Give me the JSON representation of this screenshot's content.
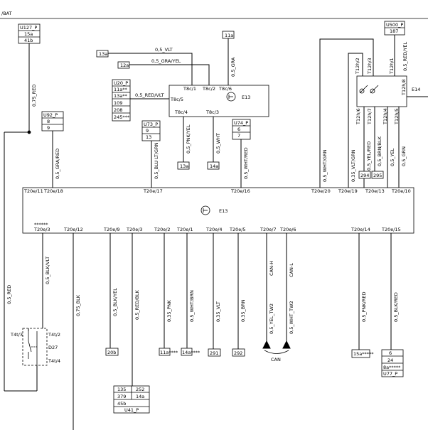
{
  "header": {
    "label": "/BAT"
  },
  "components": {
    "e13_lower": {
      "name": "E13",
      "symbol": "gear-knob-icon"
    },
    "e13_upper": {
      "name": "E13",
      "symbol": "gear-knob-icon"
    },
    "e14": {
      "name": "E14"
    },
    "d27": {
      "name": "D27"
    }
  },
  "connectors": {
    "U127_P": [
      "U127_P",
      "15a",
      "41b"
    ],
    "U500_P": [
      "U500_P",
      "187"
    ],
    "U20_P": [
      "U20_P",
      "11a**",
      "13a**",
      "109",
      "208",
      "245***"
    ],
    "U92_P": [
      "U92_P",
      "8",
      "9"
    ],
    "U73_P": [
      "U73_P",
      "9",
      "13"
    ],
    "U74_P": [
      "U74_P",
      "6",
      "7"
    ],
    "U41_P": [
      "135",
      "252",
      "379",
      "14a",
      "45b",
      "U41_P"
    ],
    "U77_P": [
      "6",
      "24",
      "8a*****",
      "U77_P"
    ]
  },
  "refs": {
    "r11a_top": "11a",
    "r13a_left": "13a",
    "r12a": "12a",
    "r13a_lower": "13a",
    "r14a_lower": "14a",
    "r294": "294",
    "r295": "295",
    "r20b": "20b",
    "r11a_b": "11a****",
    "r14a_b": "14a****",
    "r291": "291",
    "r292": "292",
    "r15a_b": "15a*****"
  },
  "wires": {
    "w_075_red": "0,75_RED",
    "w_05_vlt_top": "0,5_VLT",
    "w_05_gra_yel": "0,5_GRA/YEL",
    "w_05_gra": "0,5_GRA",
    "w_05_red_vlt": "0,5_RED/VLT",
    "w_05_gra_red": "0,5_GRA/RED",
    "w_05_pnk_yel": "0,5_PNK/YEL",
    "w_05_wht_top": "0,5_WHT",
    "w_05_blu_ltgrn": "0,5_BLU LT/GRN",
    "w_05_wht_red": "0,5_WHT/RED",
    "w_05_wht_grn": "0,5_WHT/GRN",
    "w_035_vlt_grn": "0,35_VLT/GRN",
    "w_05_yel_red": "0,5_YEL/RED",
    "w_05_brn_blk": "0,5_BRN/BLK",
    "w_05_yel": "0,5_YEL",
    "w_05_grn": "0,5_GRN",
    "w_05_red_yel": "0,5_RED/YEL",
    "w_05_red_left": "0,5_RED",
    "w_05_blk_vlt": "0,5_BLK/VLT",
    "w_075_blk": "0,75_BLK",
    "w_05_blk_yel": "0,5_BLK/YEL",
    "w_05_red_blk": "0,5_RED/BLK",
    "w_035_pnk": "0,35_PNK",
    "w_05_wht_brn": "0,5_WHT/BRN",
    "w_035_vlt": "0,35_VLT",
    "w_035_brn": "0,35_BRN",
    "w_05_yel_tw2": "0,5_YEL_TW2",
    "w_05_wht_tw2": "0,5_WHT_TW2",
    "w_05_pnk_red": "0,5_PNK/RED",
    "w_05_blk_red": "0,5_BLK/RED",
    "can_h": "CAN-H",
    "can_l": "CAN-L",
    "can_label": "CAN"
  },
  "pins": {
    "T8c_1": "T8c/1",
    "T8c_2": "T8c/2",
    "T8c_6": "T8c/6",
    "T8c_5": "T8c/5",
    "T8c_4": "T8c/4",
    "T8c_3": "T8c/3",
    "T12h_2": "T12h/2",
    "T12h_3": "T12h/3",
    "T12h_1": "T12h/1",
    "T12h_8": "T12h/8",
    "T12h_6": "T12h/6",
    "T12h_7": "T12h/7",
    "T12h_4": "T12h/4",
    "T12h_5": "T12h/5",
    "T20e_11": "T20e/11",
    "T20e_18": "T20e/18",
    "T20e_17": "T20e/17",
    "T20e_16": "T20e/16",
    "T20e_20": "T20e/20",
    "T20e_19": "T20e/19",
    "T20e_13": "T20e/13",
    "T20e_10": "T20e/10",
    "T20e_3": "T20e/3",
    "T20e_12": "T20e/12",
    "T20e_9": "T20e/9",
    "T20e_3b": "T20e/3",
    "T20e_2": "T20e/2",
    "T20e_1": "T20e/1",
    "T20e_4": "T20e/4",
    "T20e_5": "T20e/5",
    "T20e_7": "T20e/7",
    "T20e_6": "T20e/6",
    "T20e_14": "T20e/14",
    "T20e_15": "T20e/15",
    "stars_T20e_3": "******",
    "T4t_3": "T4t/3",
    "T4t_2": "T4t/2",
    "T4t_4": "T4t/4"
  }
}
